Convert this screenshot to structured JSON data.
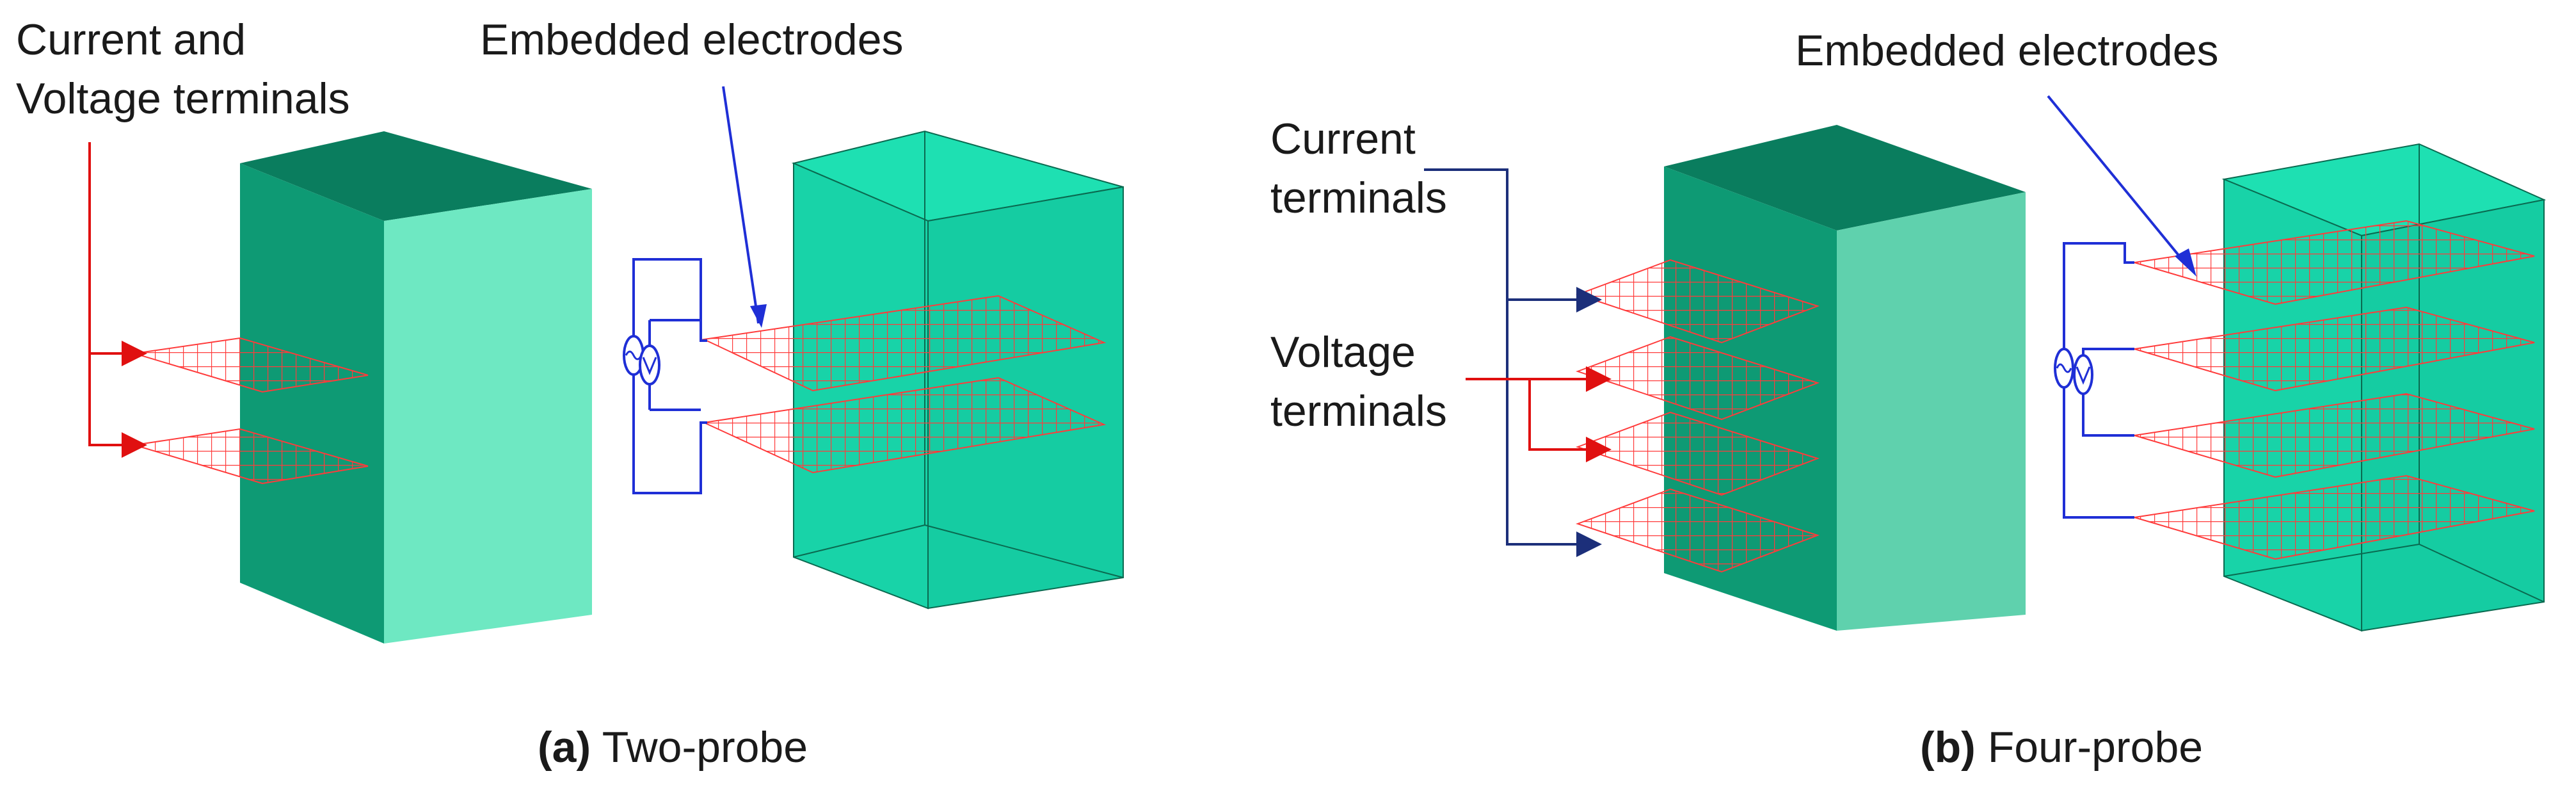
{
  "colors": {
    "block_front": "#0e9a74",
    "block_top": "#0a7d5e",
    "block_side": "#6ee8c2",
    "block_side_b": "#5fd1ad",
    "transparent_box": "#18d3a8",
    "electrode_grid": "#ff2a2a",
    "current_wire": "#1c2f7a",
    "voltage_wire": "#e01010",
    "circuit": "#1f2fd6"
  },
  "icons": [
    "ac-source-icon",
    "voltmeter-icon",
    "arrow-icon"
  ],
  "panel_a": {
    "label_terminals_line1": "Current and",
    "label_terminals_line2": "Voltage terminals",
    "label_electrodes": "Embedded electrodes",
    "caption_letter": "(a)",
    "caption_text": " Two-probe"
  },
  "panel_b": {
    "label_current_line1": "Current",
    "label_current_line2": "terminals",
    "label_voltage_line1": "Voltage",
    "label_voltage_line2": "terminals",
    "label_electrodes": "Embedded electrodes",
    "caption_letter": "(b)",
    "caption_text": " Four-probe"
  }
}
